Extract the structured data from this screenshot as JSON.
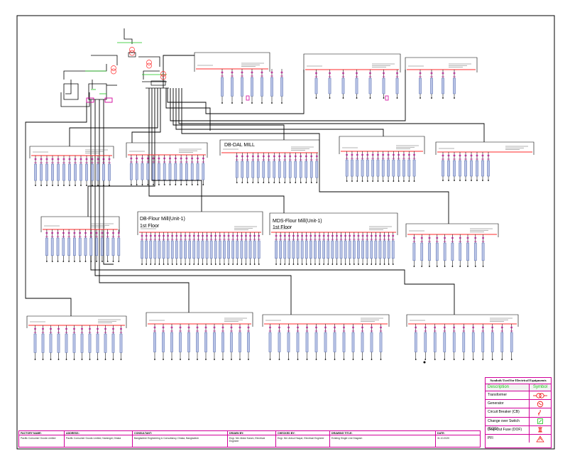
{
  "diagram": {
    "panel_titles": {
      "dal_mill": "DB-DAL MILL",
      "flour_mill_unit1": "DB-Flour Mill(Unit-1)",
      "flour_mill_unit1_floor": "1st Floor",
      "mds_flour_mill_unit1": "MDS-Flour Mill(Unit-1)",
      "mds_flour_mill_unit1_floor": "1st Floor"
    },
    "colors": {
      "line": "#000000",
      "busbar": "#ff2a2a",
      "breaker": "#d0009a",
      "equipment": "#5a6fb0",
      "highlight": "#18c418"
    }
  },
  "legend": {
    "title": "Symbols Used for Electrical Equipments",
    "col_description": "Description",
    "col_symbol": "Symbol",
    "items": [
      {
        "label": "Transformer",
        "icon": "transformer-icon"
      },
      {
        "label": "Generator",
        "icon": "generator-icon"
      },
      {
        "label": "Circuit Breaker (CB)",
        "icon": "circuit-breaker-icon"
      },
      {
        "label": "Change over Switch (COS)",
        "icon": "changeover-switch-icon"
      },
      {
        "label": "Drop Out Fuse (DOF)",
        "icon": "drop-out-fuse-icon"
      },
      {
        "label": "PFI",
        "icon": "pfi-icon"
      }
    ]
  },
  "title_block": {
    "factory_name_label": "FACTORY NAME:",
    "factory_name_value": "Pacific Consumer Goods Limited",
    "address_label": "ADDRESS:",
    "address_value": "Pacific Consumer Goods Limited, Narsingdi, Dhaka",
    "consultant_label": "CONSULTANT:",
    "consultant_value": "Bangladesh Engineering & Consultancy, Dhaka, Bangladesh",
    "drawn_by_label": "DRAWN BY:",
    "drawn_by_value": "Engr. Md. Abdul Kaium, Electrical Engineer",
    "checked_by_label": "CHECKED BY:",
    "checked_by_value": "Engr. Md. Anisul Haque, Electrical Engineer",
    "drawing_title_label": "DRAWING TITLE:",
    "drawing_title_value": "Existing Single Line Diagram",
    "date_label": "DATE:",
    "date_value": "31.10.2020"
  }
}
